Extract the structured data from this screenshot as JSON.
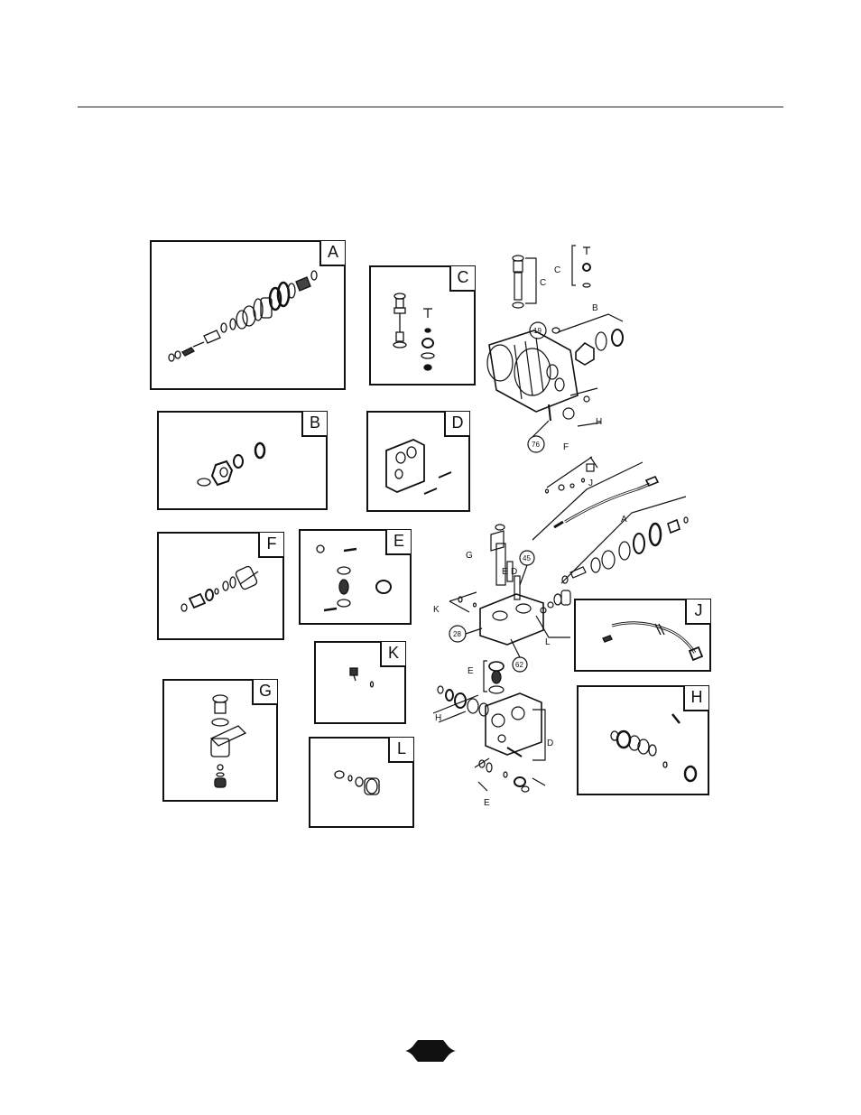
{
  "kits": [
    {
      "id": "A",
      "label": "A"
    },
    {
      "id": "B",
      "label": "B"
    },
    {
      "id": "C",
      "label": "C"
    },
    {
      "id": "D",
      "label": "D"
    },
    {
      "id": "E",
      "label": "E"
    },
    {
      "id": "F",
      "label": "F"
    },
    {
      "id": "G",
      "label": "G"
    },
    {
      "id": "H",
      "label": "H"
    },
    {
      "id": "J",
      "label": "J"
    },
    {
      "id": "K",
      "label": "K"
    },
    {
      "id": "L",
      "label": "L"
    }
  ],
  "callouts": {
    "c1": "C",
    "c2": "C",
    "b": "B",
    "h1": "H",
    "f": "F",
    "j": "J",
    "a": "A",
    "g": "G",
    "e1": "E",
    "d1": "D",
    "k": "K",
    "l": "L",
    "e2": "E",
    "h2": "H",
    "d2": "D",
    "e3": "E"
  },
  "ref_numbers": {
    "r19": "19",
    "r76": "76",
    "r45": "45",
    "r28": "28",
    "r62": "62"
  }
}
